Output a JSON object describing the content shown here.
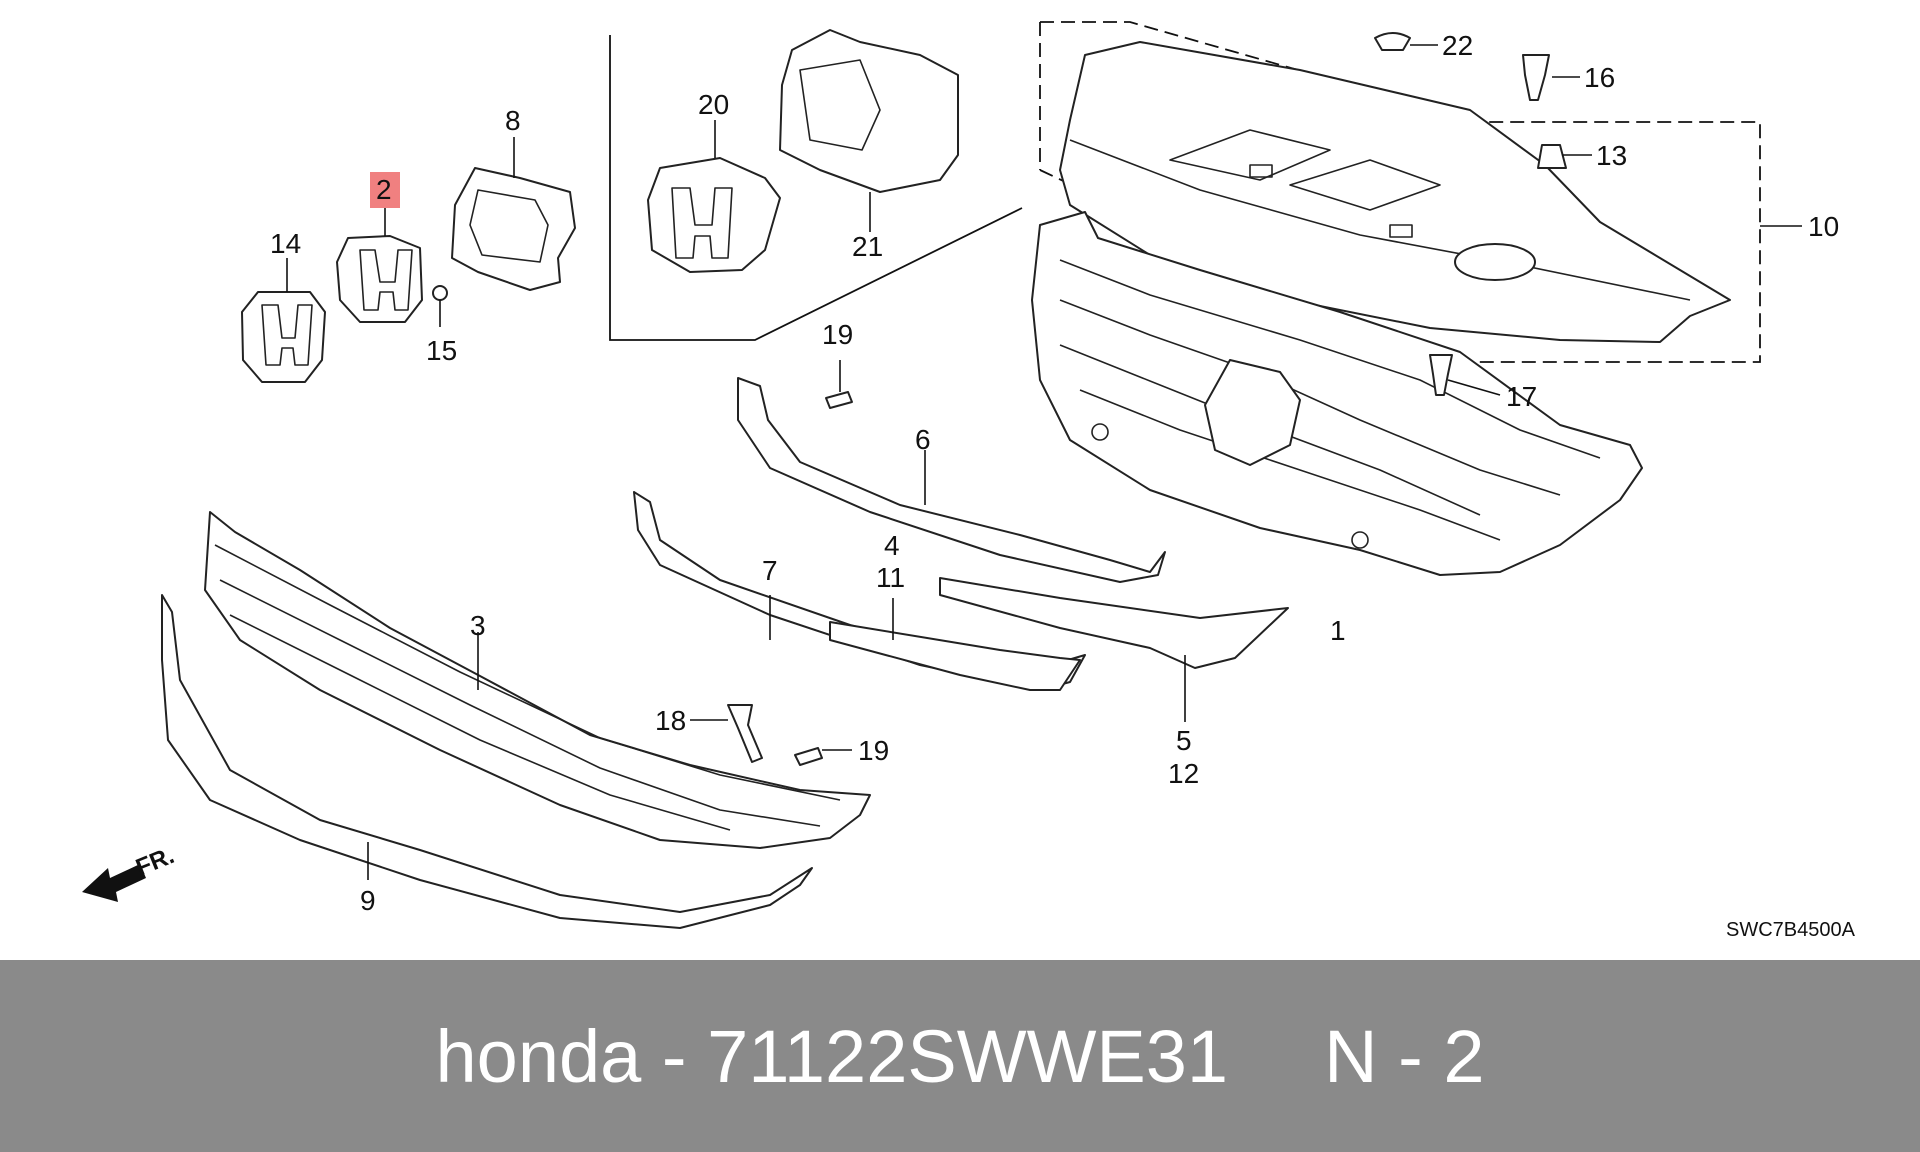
{
  "diagram": {
    "drawing_code": "SWC7B4500A",
    "front_label": "FR.",
    "callouts": [
      {
        "id": "c1",
        "label": "1"
      },
      {
        "id": "c2",
        "label": "2",
        "highlighted": true
      },
      {
        "id": "c3",
        "label": "3"
      },
      {
        "id": "c4",
        "label": "4"
      },
      {
        "id": "c11",
        "label": "11"
      },
      {
        "id": "c5",
        "label": "5"
      },
      {
        "id": "c12",
        "label": "12"
      },
      {
        "id": "c6",
        "label": "6"
      },
      {
        "id": "c7",
        "label": "7"
      },
      {
        "id": "c8",
        "label": "8"
      },
      {
        "id": "c9",
        "label": "9"
      },
      {
        "id": "c10",
        "label": "10"
      },
      {
        "id": "c13",
        "label": "13"
      },
      {
        "id": "c14",
        "label": "14"
      },
      {
        "id": "c15",
        "label": "15"
      },
      {
        "id": "c16",
        "label": "16"
      },
      {
        "id": "c17",
        "label": "17"
      },
      {
        "id": "c18",
        "label": "18"
      },
      {
        "id": "c19a",
        "label": "19"
      },
      {
        "id": "c19b",
        "label": "19"
      },
      {
        "id": "c20",
        "label": "20"
      },
      {
        "id": "c21",
        "label": "21"
      },
      {
        "id": "c22",
        "label": "22"
      }
    ],
    "highlight_color": "#f08080"
  },
  "footer": {
    "brand": "honda",
    "separator": "-",
    "part_number": "71122SWWE31",
    "position_prefix": "N",
    "position_number": "2",
    "background": "#8a8a8a",
    "text_color": "#ffffff"
  }
}
